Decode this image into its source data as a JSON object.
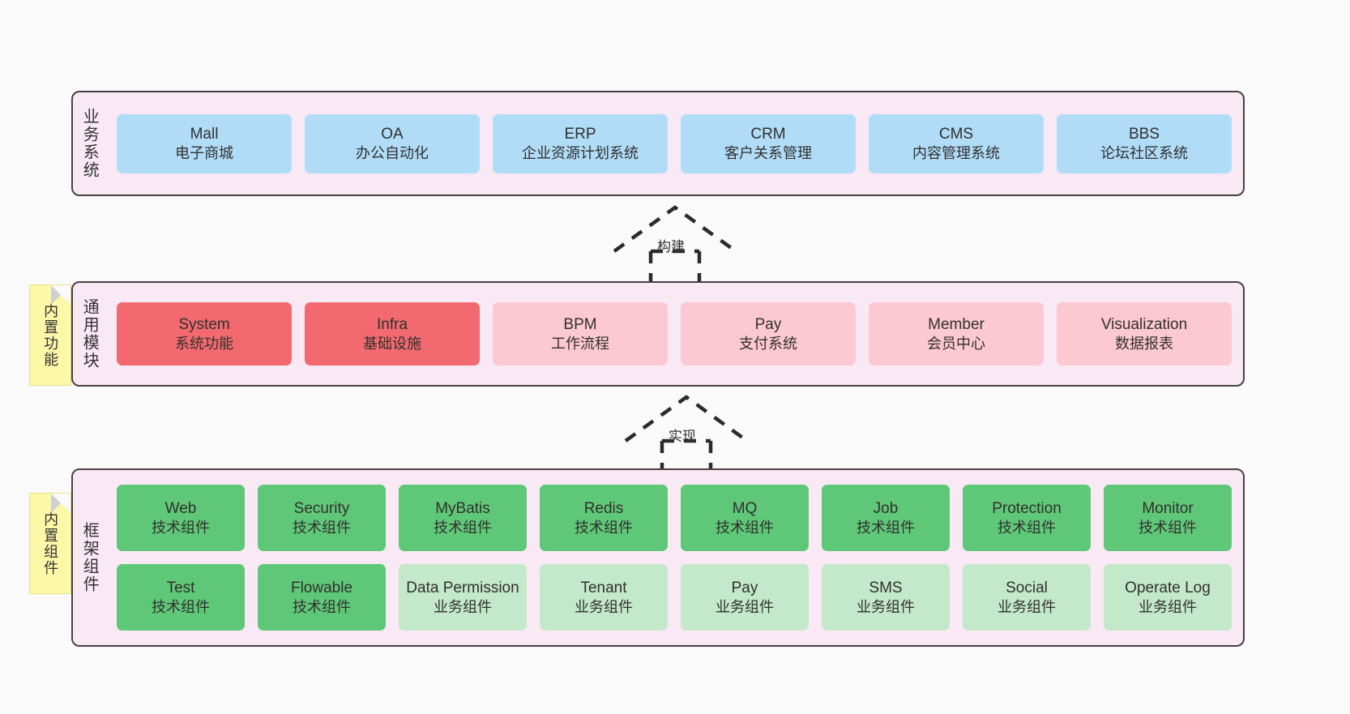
{
  "diagram": {
    "title_present": false,
    "colors": {
      "container_border": "#4a4046",
      "container_fill": "#f8e9f4",
      "business_box": "#b0dcf8",
      "module_core_box": "#f26a6f",
      "module_box": "#fcc8d1",
      "tech_component_box": "#5fc878",
      "biz_component_box": "#c3e8ca",
      "sticky_note": "#fcf8a8",
      "page_background": "#fafafa"
    }
  },
  "layers": {
    "business": {
      "label": "业务系统",
      "items": [
        {
          "en": "Mall",
          "cn": "电子商城"
        },
        {
          "en": "OA",
          "cn": "办公自动化"
        },
        {
          "en": "ERP",
          "cn": "企业资源计划系统"
        },
        {
          "en": "CRM",
          "cn": "客户关系管理"
        },
        {
          "en": "CMS",
          "cn": "内容管理系统"
        },
        {
          "en": "BBS",
          "cn": "论坛社区系统"
        }
      ]
    },
    "modules": {
      "label": "通用模块",
      "sticky": "内置功能",
      "items": [
        {
          "en": "System",
          "cn": "系统功能",
          "variant": "c-red"
        },
        {
          "en": "Infra",
          "cn": "基础设施",
          "variant": "c-red"
        },
        {
          "en": "BPM",
          "cn": "工作流程",
          "variant": "c-pink"
        },
        {
          "en": "Pay",
          "cn": "支付系统",
          "variant": "c-pink"
        },
        {
          "en": "Member",
          "cn": "会员中心",
          "variant": "c-pink"
        },
        {
          "en": "Visualization",
          "cn": "数据报表",
          "variant": "c-pink"
        }
      ]
    },
    "framework": {
      "label": "框架组件",
      "sticky": "内置组件",
      "row1": [
        {
          "en": "Web",
          "cn": "技术组件"
        },
        {
          "en": "Security",
          "cn": "技术组件"
        },
        {
          "en": "MyBatis",
          "cn": "技术组件"
        },
        {
          "en": "Redis",
          "cn": "技术组件"
        },
        {
          "en": "MQ",
          "cn": "技术组件"
        },
        {
          "en": "Job",
          "cn": "技术组件"
        },
        {
          "en": "Protection",
          "cn": "技术组件"
        },
        {
          "en": "Monitor",
          "cn": "技术组件"
        }
      ],
      "row2": [
        {
          "en": "Test",
          "cn": "技术组件",
          "variant": "c-green"
        },
        {
          "en": "Flowable",
          "cn": "技术组件",
          "variant": "c-green"
        },
        {
          "en": "Data Permission",
          "cn": "业务组件",
          "variant": "c-greenlight"
        },
        {
          "en": "Tenant",
          "cn": "业务组件",
          "variant": "c-greenlight"
        },
        {
          "en": "Pay",
          "cn": "业务组件",
          "variant": "c-greenlight"
        },
        {
          "en": "SMS",
          "cn": "业务组件",
          "variant": "c-greenlight"
        },
        {
          "en": "Social",
          "cn": "业务组件",
          "variant": "c-greenlight"
        },
        {
          "en": "Operate Log",
          "cn": "业务组件",
          "variant": "c-greenlight"
        }
      ]
    }
  },
  "arrows": {
    "build": {
      "label": "构建",
      "style": "dashed-generalization",
      "direction": "up"
    },
    "implement": {
      "label": "实现",
      "style": "dashed-generalization",
      "direction": "up"
    }
  }
}
